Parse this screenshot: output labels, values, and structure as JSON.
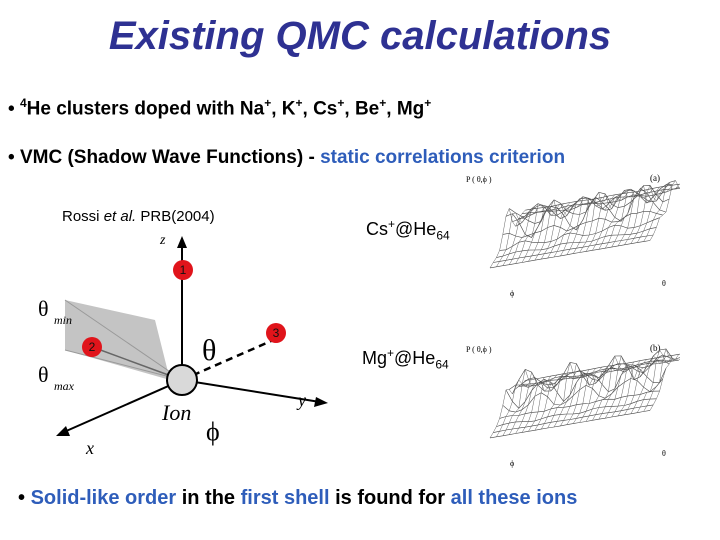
{
  "title": "Existing QMC calculations",
  "bullet1": {
    "symbol": "•",
    "mass_number": "4",
    "text": "He clusters doped with Na",
    "ions": [
      {
        "name": "Na",
        "charge": "+",
        "sep": ", "
      },
      {
        "name": "K",
        "charge": "+",
        "sep": ", "
      },
      {
        "name": "Cs",
        "charge": "+",
        "sep": ", "
      },
      {
        "name": "Be",
        "charge": "+",
        "sep": ", "
      },
      {
        "name": "Mg",
        "charge": "+",
        "sep": ""
      }
    ]
  },
  "bullet2": {
    "symbol": "•",
    "text": "VMC (Shadow Wave Functions) - ",
    "highlight": "static correlations criterion"
  },
  "reference": {
    "author": "Rossi ",
    "etal": "et al.",
    "journal": " PRB(2004)"
  },
  "diagram": {
    "z_label": "z",
    "y_label": "y",
    "x_label": "x",
    "ion_label": "Ion",
    "theta_label": "θ",
    "phi_label": "ϕ",
    "theta_min_label": "θ",
    "theta_min_sub": "min",
    "theta_max_label": "θ",
    "theta_max_sub": "max",
    "markers": [
      "1",
      "2",
      "3"
    ]
  },
  "plot_a": {
    "species": "Cs",
    "charge": "+",
    "at": "@He",
    "count": "64",
    "axis_label": "P ( θ,ϕ )",
    "panel": "(a)",
    "x_axis": "ϕ",
    "y_axis": "θ"
  },
  "plot_b": {
    "species": "Mg",
    "charge": "+",
    "at": "@He",
    "count": "64",
    "axis_label": "P ( θ,ϕ )",
    "panel": "(b)",
    "x_axis": "ϕ",
    "y_axis": "θ"
  },
  "bullet3": {
    "symbol": "•",
    "parts": [
      {
        "text": "Solid-like order",
        "color": "#2e5dba"
      },
      {
        "text": " in the ",
        "color": "#000000"
      },
      {
        "text": "first shell",
        "color": "#2e5dba"
      },
      {
        "text": " is found for ",
        "color": "#000000"
      },
      {
        "text": "all these ions",
        "color": "#2e5dba"
      }
    ]
  },
  "colors": {
    "title": "#2e3192",
    "highlight": "#2e5dba",
    "marker": "#e0141b",
    "cone": "#b3b3b3"
  }
}
